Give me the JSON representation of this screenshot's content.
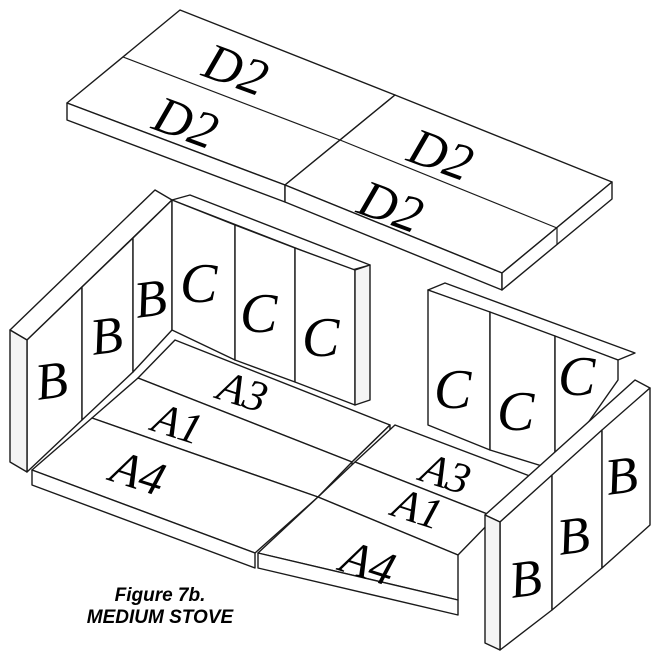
{
  "labels": {
    "d2": "D2",
    "c": "C",
    "b": "B",
    "a1": "A1",
    "a3": "A3",
    "a4": "A4"
  },
  "caption": {
    "line1": "Figure 7b.",
    "line2": "MEDIUM STOVE"
  }
}
